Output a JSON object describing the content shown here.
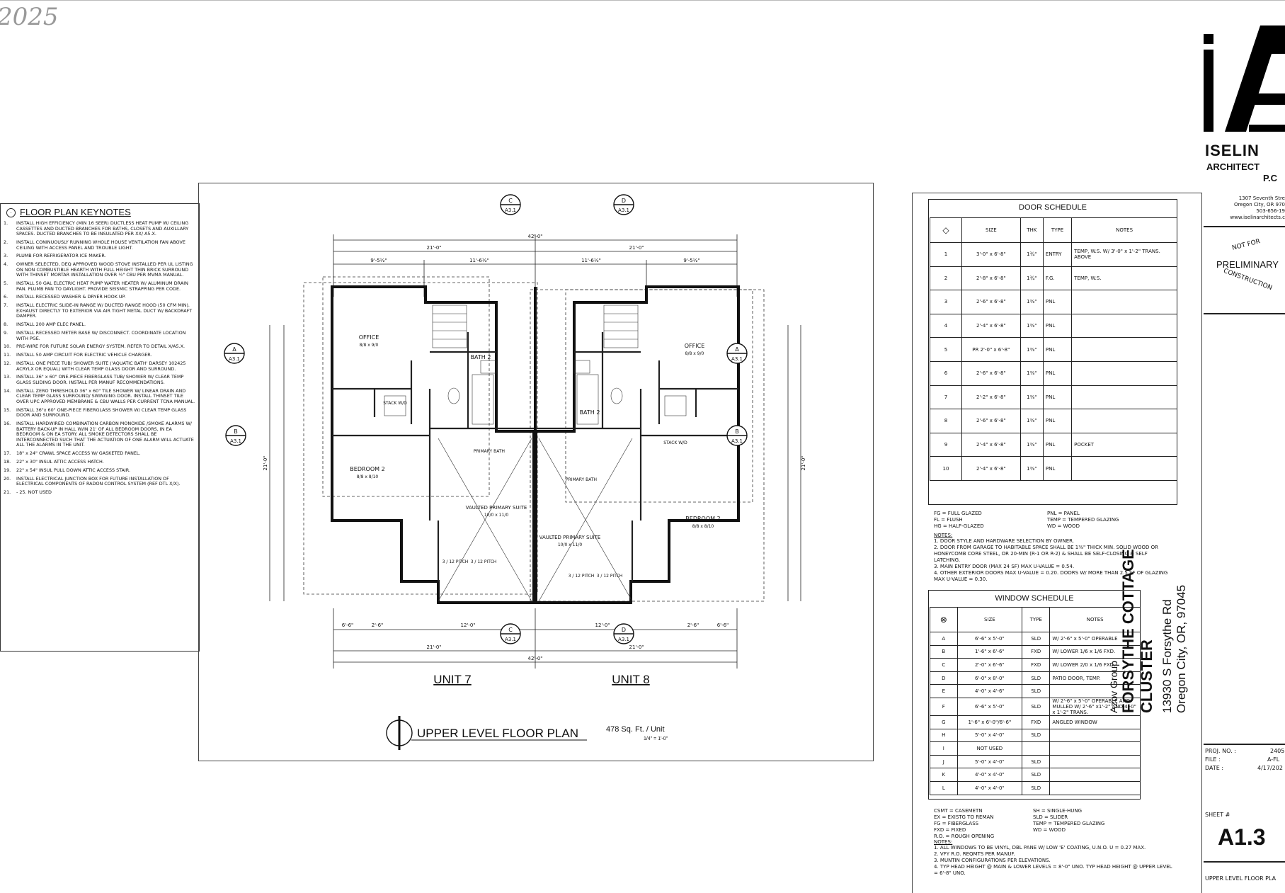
{
  "watermark_year": "2025",
  "keynotes": {
    "title": "FLOOR PLAN KEYNOTES",
    "items": [
      {
        "n": "1.",
        "t": "INSTALL HIGH EFFICIENCY (MIN 16 SEER) DUCTLESS HEAT PUMP W/ CEILING CASSETTES AND DUCTED BRANCHES FOR BATHS, CLOSETS AND AUXILLARY SPACES. DUCTED BRANCHES TO BE INSULATED PER XX/ A5.X."
      },
      {
        "n": "2.",
        "t": "INSTALL CONINUOUSLY RUNNING WHOLE HOUSE VENTILATION FAN ABOVE CEILING WITH ACCESS PANEL AND TROUBLE LIGHT."
      },
      {
        "n": "3.",
        "t": "PLUMB FOR REFRIGERATOR ICE MAKER."
      },
      {
        "n": "4.",
        "t": "OWNER SELECTED, DEQ APPROVED WOOD STOVE INSTALLED PER UL LISTING ON NON COMBUSTIBLE HEARTH WITH FULL HEIGHT THIN BRICK SURROUND WITH THINSET MORTAR INSTALLATION OVER ½\" CBU PER MVMA MANUAL."
      },
      {
        "n": "5.",
        "t": "INSTALL 50 GAL ELECTRIC HEAT PUMP WATER HEATER W/ ALUMINUM DRAIN PAN. PLUMB PAN TO DAYLIGHT. PROVIDE SEISMIC STRAPPING PER CODE."
      },
      {
        "n": "6.",
        "t": "INSTALL RECESSED WASHER & DRYER HOOK UP."
      },
      {
        "n": "7.",
        "t": "INSTALL ELECTRIC SLIDE-IN RANGE W/ DUCTED RANGE HOOD (50 CFM MIN). EXHAUST DIRECTLY TO EXTERIOR VIA AIR TIGHT METAL DUCT W/ BACKDRAFT DAMPER."
      },
      {
        "n": "8.",
        "t": "INSTALL 200 AMP ELEC PANEL."
      },
      {
        "n": "9.",
        "t": "INSTALL RECESSED METER BASE W/ DISCONNECT. COORDINATE LOCATION WITH PGE."
      },
      {
        "n": "10.",
        "t": "PRE-WIRE FOR FUTURE SOLAR ENERGY SYSTEM. REFER TO DETAIL X/A5.X."
      },
      {
        "n": "11.",
        "t": "INSTALL 50 AMP CIRCUIT FOR ELECTRIC VEHICLE CHARGER."
      },
      {
        "n": "12.",
        "t": "INSTALL ONE PIECE TUB/ SHOWER SUITE ('AQUATIC BATH' DARSEY 102425 ACRYLX OR EQUAL) WITH CLEAR TEMP GLASS DOOR AND SURROUND."
      },
      {
        "n": "13.",
        "t": "INSTALL 36\" x 60\" ONE-PIECE FIBERGLASS TUB/ SHOWER W/ CLEAR TEMP GLASS SLIDING DOOR. INSTALL PER MANUF RECOMMENDATIONS."
      },
      {
        "n": "14.",
        "t": "INSTALL ZERO THRESHOLD 36\" x 60\" TILE SHOWER W/ LINEAR DRAIN AND CLEAR TEMP GLASS SURROUND/ SWINGING DOOR. INSTALL THINSET TILE OVER UPC APPROVED MEMBRANE & CBU WALLS PER CURRENT TCNA MANUAL."
      },
      {
        "n": "15.",
        "t": "INSTALL 36\"x 60\" ONE-PIECE FIBERGLASS SHOWER W/ CLEAR TEMP GLASS DOOR AND SURROUND."
      },
      {
        "n": "16.",
        "t": "INSTALL HARDWIRED COMBINATION CARBON MONOXIDE /SMOKE ALARMS W/ BATTERY BACK-UP IN HALL W/IN 21' OF ALL BEDROOM DOORS, IN EA BEDROOM & ON EA STORY. ALL SMOKE DETECTORS SHALL BE INTERCONNECTED SUCH THAT THE ACTUATION OF ONE ALARM WILL ACTUATE ALL THE ALARMS IN THE UNIT."
      },
      {
        "n": "17.",
        "t": "18\" x 24\" CRAWL SPACE ACCESS W/ GASKETED PANEL."
      },
      {
        "n": "18.",
        "t": "22\" x 30\" INSUL ATTIC ACCESS HATCH."
      },
      {
        "n": "19.",
        "t": "22\" x 54\" INSUL PULL DOWN ATTIC ACCESS STAIR."
      },
      {
        "n": "20.",
        "t": "INSTALL ELECTRICAL JUNCTION BOX FOR FUTURE INSTALLATION OF ELECTRICAL COMPONENTS OF RADON CONTROL SYSTEM (REF DTL X/X)."
      },
      {
        "n": "21.",
        "t": "- 25. NOT USED"
      }
    ]
  },
  "plan": {
    "overall_dim": "42'-0\"",
    "half_dims": [
      "21'-0\"",
      "21'-0\""
    ],
    "top_dims": [
      "9'-5½\"",
      "11'-6½\"",
      "11'-6½\"",
      "9'-5½\""
    ],
    "unit_labels": [
      "UNIT 7",
      "UNIT 8"
    ],
    "title": "UPPER LEVEL FLOOR PLAN",
    "area": "478 Sq. Ft. / Unit",
    "scale": "1/4\" = 1'-0\"",
    "section_marks": [
      {
        "letter": "C",
        "sheet": "A3.1"
      },
      {
        "letter": "D",
        "sheet": "A3.1"
      },
      {
        "letter": "A",
        "sheet": "A3.1"
      },
      {
        "letter": "A",
        "sheet": "A3.1"
      },
      {
        "letter": "B",
        "sheet": "A3.1"
      },
      {
        "letter": "B",
        "sheet": "A3.1"
      },
      {
        "letter": "C",
        "sheet": "A3.1"
      },
      {
        "letter": "D",
        "sheet": "A3.1"
      }
    ],
    "rooms": [
      {
        "name": "OFFICE",
        "size": "8/8 x 9/0"
      },
      {
        "name": "BATH 2",
        "size": ""
      },
      {
        "name": "STACK W/D",
        "size": ""
      },
      {
        "name": "BEDROOM 2",
        "size": "8/8 x 8/10"
      },
      {
        "name": "PRIMARY BATH",
        "size": ""
      },
      {
        "name": "VAULTED PRIMARY SUITE",
        "size": "10/0 x 11/0"
      },
      {
        "name": "OFFICE",
        "size": "8/8 x 9/0"
      },
      {
        "name": "BATH 2",
        "size": ""
      },
      {
        "name": "STACK W/D",
        "size": ""
      },
      {
        "name": "BEDROOM 2",
        "size": "8/8 x 8/10"
      },
      {
        "name": "PRIMARY BATH",
        "size": ""
      },
      {
        "name": "VAULTED PRIMARY SUITE",
        "size": "10/0 x 11/0"
      }
    ],
    "pitch_labels": [
      "3 / 12 PITCH",
      "3 / 12 PITCH",
      "3 / 12 PITCH",
      "3 / 12 PITCH"
    ],
    "bottom_dims": [
      "6'-6\"",
      "2'-6\"",
      "12'-0\"",
      "12'-0\"",
      "2'-6\"",
      "6'-6\""
    ],
    "side_dim": "21'-0\""
  },
  "door_schedule": {
    "title": "DOOR SCHEDULE",
    "headers": [
      "",
      "SIZE",
      "THK",
      "TYPE",
      "NOTES"
    ],
    "rows": [
      [
        "1",
        "3'-0\" x 6'-8\"",
        "1¾\"",
        "ENTRY",
        "TEMP, W.S. W/ 3'-0\" x 1'-2\" TRANS. ABOVE"
      ],
      [
        "2",
        "2'-8\" x 6'-8\"",
        "1¾\"",
        "F.G.",
        "TEMP, W.S."
      ],
      [
        "3",
        "2'-6\" x 6'-8\"",
        "1⅜\"",
        "PNL",
        ""
      ],
      [
        "4",
        "2'-4\" x 6'-8\"",
        "1⅜\"",
        "PNL",
        ""
      ],
      [
        "5",
        "PR 2'-0\" x 6'-8\"",
        "1⅜\"",
        "PNL",
        ""
      ],
      [
        "6",
        "2'-6\" x 6'-8\"",
        "1⅜\"",
        "PNL",
        ""
      ],
      [
        "7",
        "2'-2\" x 6'-8\"",
        "1⅜\"",
        "PNL",
        ""
      ],
      [
        "8",
        "2'-6\" x 6'-8\"",
        "1⅜\"",
        "PNL",
        ""
      ],
      [
        "9",
        "2'-4\" x 6'-8\"",
        "1⅜\"",
        "PNL",
        "POCKET"
      ],
      [
        "10",
        "2'-4\" x 6'-8\"",
        "1⅜\"",
        "PNL",
        ""
      ]
    ],
    "legend": [
      "FG = FULL GLAZED",
      "PNL = PANEL",
      "FL = FLUSH",
      "TEMP = TEMPERED GLAZING",
      "HG = HALF-GLAZED",
      "WD = WOOD"
    ],
    "notes_title": "NOTES:",
    "notes": [
      "1.  DOOR STYLE AND HARDWARE SELECTION BY OWNER.",
      "2.  DOOR FROM GARAGE TO HABITABLE SPACE SHALL BE 1⅜\" THICK MIN. SOLID WOOD OR HONEYCOMB CORE STEEL, OR 20-MIN (R-1 OR R-2) & SHALL BE SELF-CLOSING & SELF LATCHING.",
      "3.  MAIN ENTRY DOOR (MAX 24 SF) MAX U-VALUE = 0.54.",
      "4.  OTHER EXTERIOR DOORS MAX U-VALUE = 0.20. DOORS W/ MORE THAN 2.5 SF OF GLAZING MAX U-VALUE = 0.30."
    ]
  },
  "window_schedule": {
    "title": "WINDOW SCHEDULE",
    "headers": [
      "",
      "SIZE",
      "TYPE",
      "NOTES"
    ],
    "rows": [
      [
        "A",
        "6'-6\" x 5'-0\"",
        "SLD",
        "W/ 2'-6\" x 5'-0\" OPERABLE"
      ],
      [
        "B",
        "1'-6\" x 6'-6\"",
        "FXD",
        "W/ LOWER 1/6 x 1/6 FXD."
      ],
      [
        "C",
        "2'-0\" x 6'-6\"",
        "FXD",
        "W/ LOWER 2/0 x 1/6 FXD."
      ],
      [
        "D",
        "6'-0\" x 8'-0\"",
        "SLD",
        "PATIO DOOR, TEMP."
      ],
      [
        "E",
        "4'-0\" x 4'-6\"",
        "SLD",
        ""
      ],
      [
        "F",
        "6'-6\" x 5'-0\"",
        "SLD",
        "W/ 2'-6\" x 5'-0\" OPERABLE AND MULLED W/ 2'-6\" x1'-2\" AND 4'-0\" x 1'-2\" TRANS."
      ],
      [
        "G",
        "1'-6\" x 6'-0\"/6'-6\"",
        "FXD",
        "ANGLED WINDOW"
      ],
      [
        "H",
        "5'-0\" x 4'-0\"",
        "SLD",
        ""
      ],
      [
        "I",
        "NOT USED",
        "",
        ""
      ],
      [
        "J",
        "5'-0\" x 4'-0\"",
        "SLD",
        ""
      ],
      [
        "K",
        "4'-0\" x 4'-0\"",
        "SLD",
        ""
      ],
      [
        "L",
        "4'-0\" x 4'-0\"",
        "SLD",
        ""
      ]
    ],
    "legend": [
      "CSMT = CASEMETN",
      "SH = SINGLE-HUNG",
      "EX = EXISTG TO REMAN",
      "SLD = SLIDER",
      "FG = FIBERGLASS",
      "TEMP = TEMPERED GLAZING",
      "FXD = FIXED",
      "WD = WOOD",
      "R.O. = ROUGH OPENING",
      ""
    ],
    "notes_title": "NOTES:",
    "notes": [
      "1.  ALL WINDOWS TO BE VINYL, DBL PANE W/ LOW 'E' COATING, U.N.O. U = 0.27 MAX.",
      "2.  VFY R.O. REQMTS PER MANUF.",
      "3.  MUNTIN CONFIGURATIONS PER ELEVATIONS.",
      "4.  TYP HEAD HEIGHT @ MAIN & LOWER LEVELS = 8'-0\" UNO. TYP HEAD HEIGHT @ UPPER LEVEL = 6'-8\" UNO."
    ]
  },
  "title_block": {
    "firm_name": "ISELIN",
    "firm_sub": "ARCHITECT",
    "firm_suffix": "P.C",
    "address": [
      "1307 Seventh Stre",
      "Oregon City, OR 970",
      "503-656-19",
      "www.iselinarchitects.c"
    ],
    "stamp_top": "NOT FOR",
    "stamp_main": "PRELIMINARY",
    "stamp_bottom": "CONSTRUCTION",
    "client": "Azov Group",
    "project": "FORSYTHE COTTAGE CLUSTER",
    "street": "13930 S Forsythe Rd",
    "city": "Oregon City, OR, 97045",
    "proj_no_label": "PROJ. NO. :",
    "proj_no": "2405",
    "file_label": "FILE :",
    "file": "A-FL",
    "date_label": "DATE :",
    "date": "4/17/202",
    "sheet_label": "SHEET #",
    "sheet": "A1.3",
    "sheet_title": "UPPER LEVEL FLOOR PLA"
  }
}
